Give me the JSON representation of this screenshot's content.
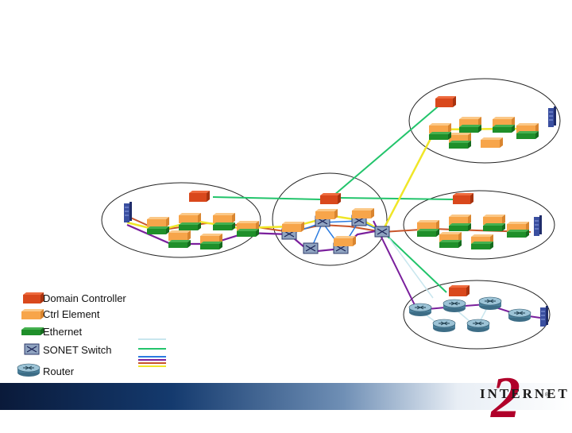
{
  "legend": {
    "domain_controller": "Domain Controller",
    "ctrl_element": "Ctrl Element",
    "ethernet": "Ethernet",
    "sonet_switch": "SONET Switch",
    "router": "Router"
  },
  "logo": {
    "wordmark": "INTERNET",
    "numeral": "2",
    "registered": "®"
  },
  "colors": {
    "domain_controller": "#d9481c",
    "ctrl_element": "#f7a54a",
    "ethernet": "#1f8f2a",
    "link_green": "#22c46b",
    "link_yellow": "#f0e628",
    "link_purple": "#7a1f9c",
    "link_blue": "#2a7be0",
    "link_orange": "#c8552a",
    "link_light": "#c9e6ee"
  }
}
